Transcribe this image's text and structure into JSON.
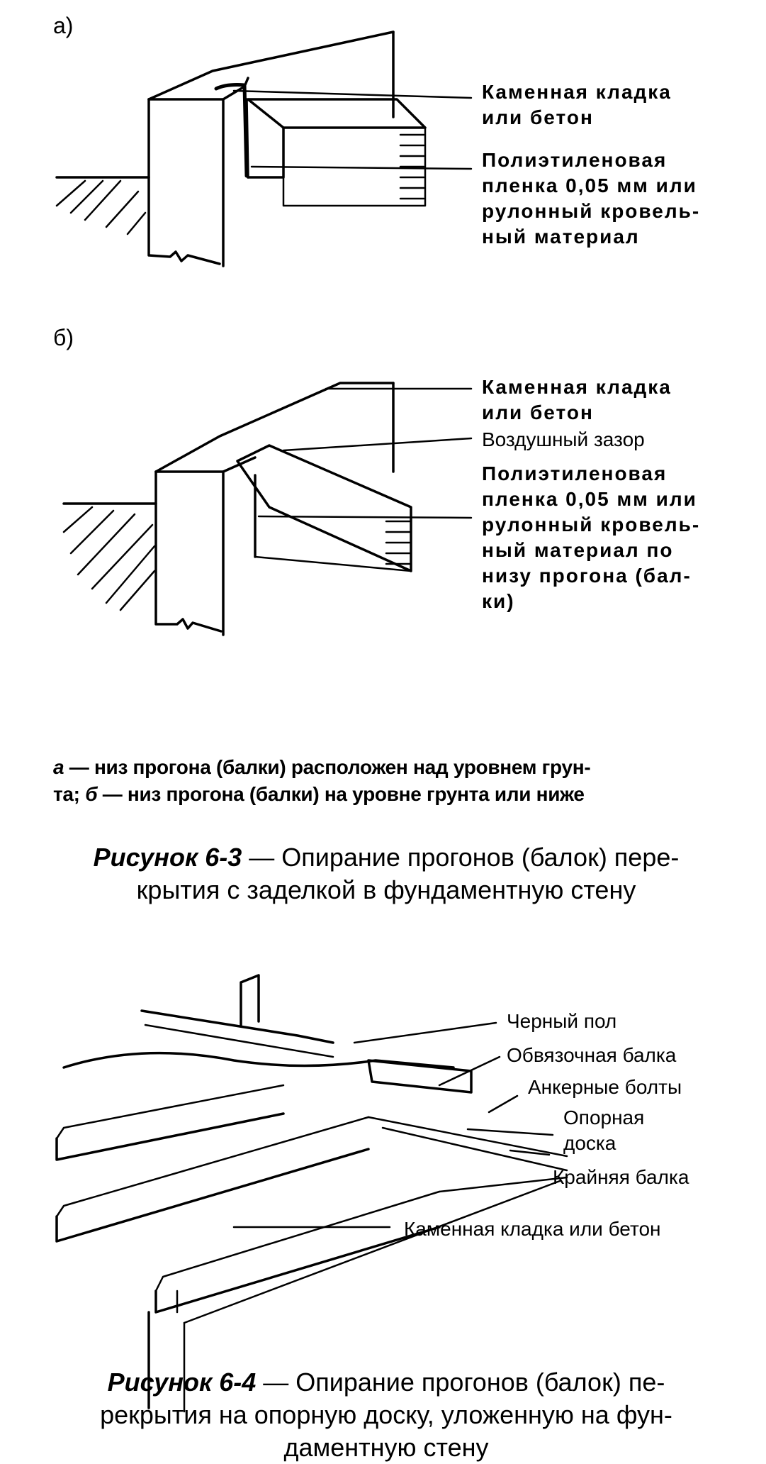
{
  "figure_a": {
    "panel_label": "а)",
    "callouts": [
      "Каменная  кладка\nили бетон",
      "Полиэтиленовая\nпленка 0,05 мм или\nрулонный кровель-\nный материал"
    ]
  },
  "figure_b": {
    "panel_label": "б)",
    "callouts": [
      "Каменная  кладка\nили бетон",
      "Воздушный зазор",
      "Полиэтиленовая\nпленка 0,05 мм или\nрулонный кровель-\nный материал по\nнизу прогона (бал-\nки)"
    ]
  },
  "figure_6_3": {
    "subcaption_a_letter": "а",
    "subcaption_a": " — низ прогона (балки) расположен над уровнем грун-\nта; ",
    "subcaption_b_letter": "б",
    "subcaption_b": " — низ прогона (балки) на уровне грунта или ниже",
    "caption_number": "Рисунок 6-3",
    "caption_text": " — Опирание прогонов (балок) пере-\nкрытия  с заделкой в фундаментную стену"
  },
  "figure_6_4": {
    "callouts": [
      "Черный пол",
      "Обвязочная балка",
      "Анкерные болты",
      "Опорная\nдоска",
      "Крайняя балка",
      "Каменная кладка или бетон"
    ],
    "caption_number": "Рисунок 6-4",
    "caption_text": " — Опирание прогонов (балок) пе-\nрекрытия на опорную  доску, уложенную на фун-\nдаментную стену"
  }
}
